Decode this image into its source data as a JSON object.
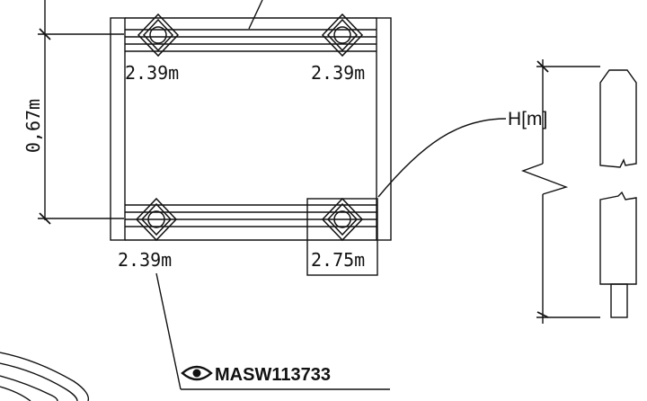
{
  "pile_heights": {
    "top_left": "2.39m",
    "top_right": "2.39m",
    "bottom_left": "2.39m",
    "bottom_right": "2.75m"
  },
  "dimension_label": "0,67m",
  "height_label": "H[m]",
  "tag": {
    "id": "MASW113733",
    "icon": "eye-icon"
  },
  "colors": {
    "line": "#111111",
    "background": "#ffffff"
  }
}
